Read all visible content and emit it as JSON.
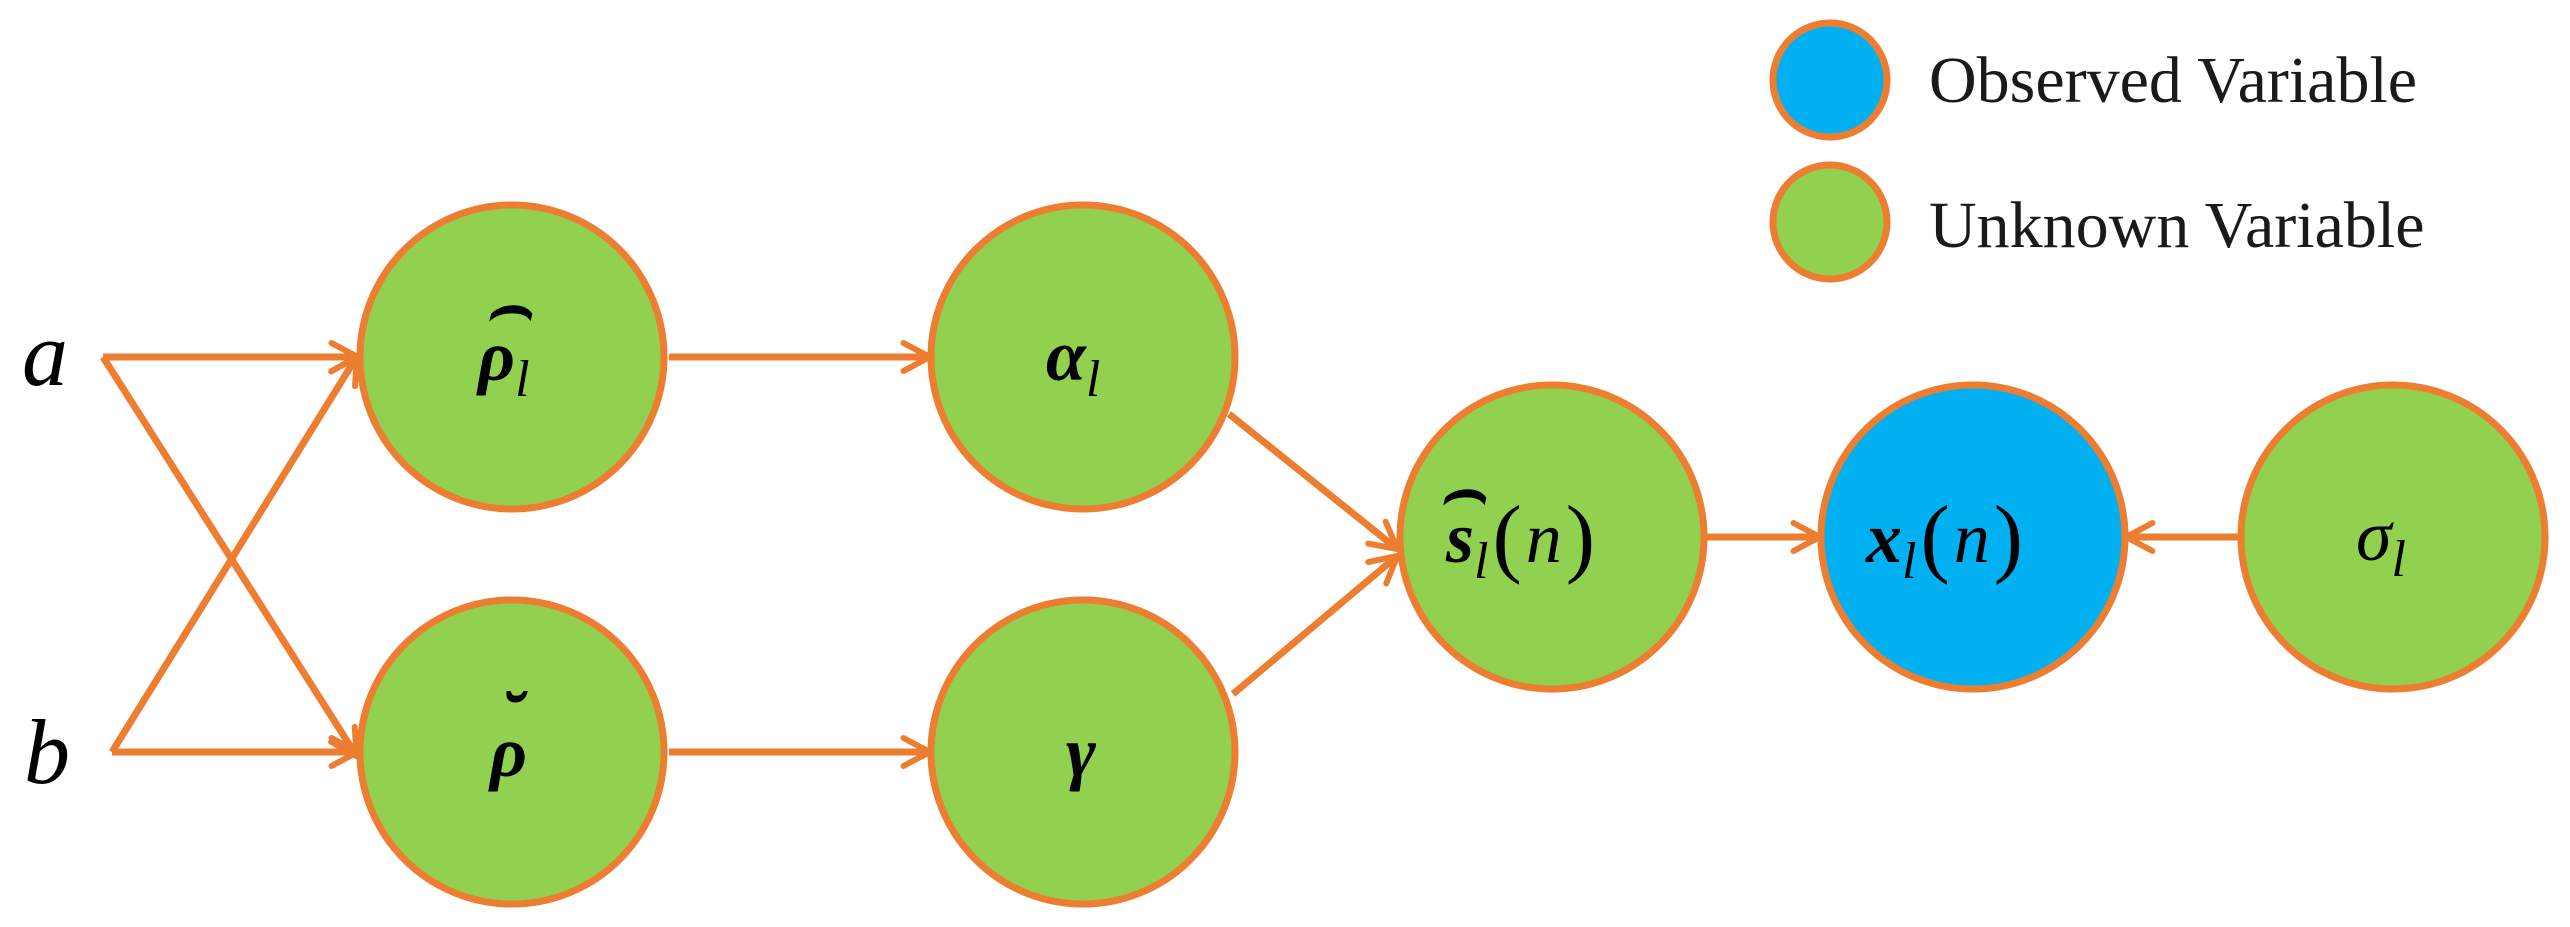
{
  "inputs": {
    "a": "a",
    "b": "b"
  },
  "nodes": {
    "rho_hat": {
      "symbol": "ρ",
      "accent": "⌢",
      "sub": "l"
    },
    "rho_breve": {
      "symbol": "ρ",
      "accent": "˘"
    },
    "alpha": {
      "symbol": "α",
      "sub": "l"
    },
    "gamma": {
      "symbol": "γ"
    },
    "s_hat": {
      "symbol": "s",
      "accent": "⌢",
      "sub": "l",
      "open": "(",
      "arg": "n",
      "close": ")"
    },
    "x": {
      "symbol": "x",
      "sub": "l",
      "open": "(",
      "arg": "n",
      "close": ")"
    },
    "sigma": {
      "symbol": "σ",
      "sub": "l"
    }
  },
  "legend": {
    "observed": "Observed Variable",
    "unknown": "Unknown Variable"
  },
  "colors": {
    "observed": "#00b0f0",
    "unknown": "#92d050",
    "edge": "#ed7d31"
  }
}
